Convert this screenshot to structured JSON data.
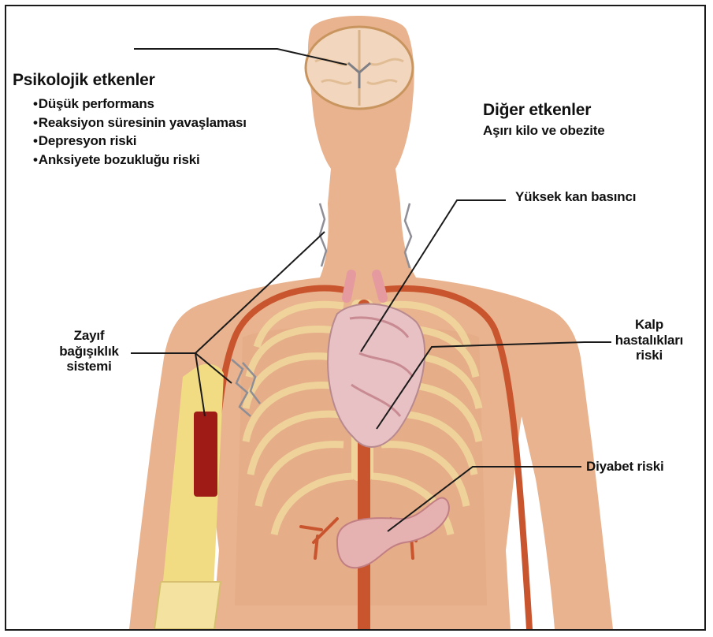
{
  "colors": {
    "skin": "#e8b38e",
    "skin_shadow": "#d9a07a",
    "artery": "#c9552f",
    "heart": "#e7c1c4",
    "bone": "#f1dc84",
    "rib": "#f0d79c",
    "marrow": "#9e1b16",
    "brain": "#f2d6bd",
    "leader": "#1a1a1a"
  },
  "labels": {
    "psych": {
      "title": "Psikolojik etkenler",
      "items": [
        "Düşük performans",
        "Reaksiyon süresinin yavaşlaması",
        "Depresyon riski",
        "Anksiyete bozukluğu riski"
      ]
    },
    "other": {
      "title": "Diğer etkenler",
      "subtitle": "Aşırı kilo ve obezite"
    },
    "blood_pressure": "Yüksek kan basıncı",
    "heart_disease": [
      "Kalp",
      "hastalıkları",
      "riski"
    ],
    "immune": [
      "Zayıf",
      "bağışıklık",
      "sistemi"
    ],
    "diabetes": "Diyabet riski"
  }
}
